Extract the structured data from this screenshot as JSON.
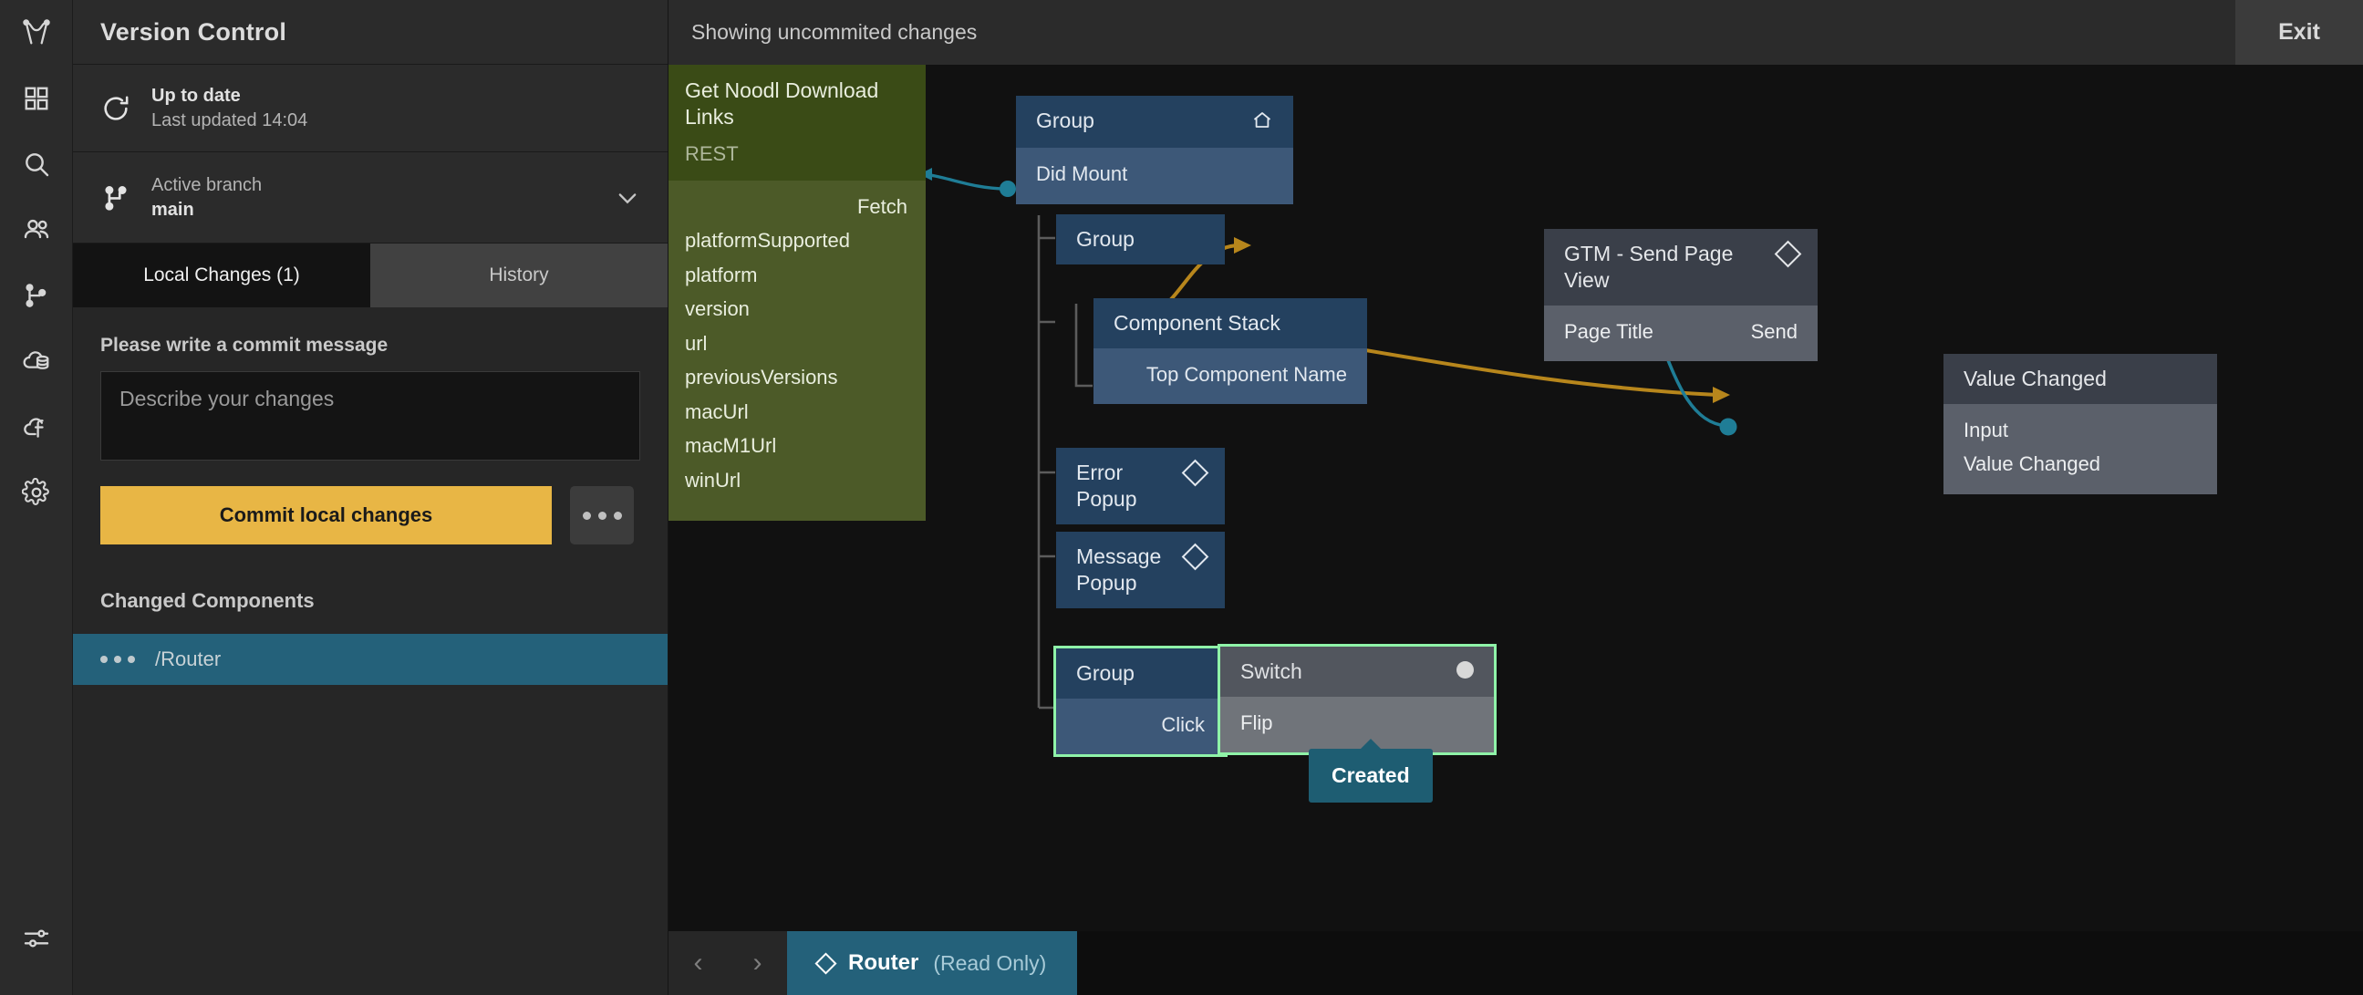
{
  "icon_rail": {
    "items": [
      {
        "name": "noodl-logo-icon"
      },
      {
        "name": "components-grid-icon"
      },
      {
        "name": "search-icon"
      },
      {
        "name": "collaborators-icon"
      },
      {
        "name": "version-control-icon"
      },
      {
        "name": "cloud-data-icon"
      },
      {
        "name": "cloud-functions-icon"
      },
      {
        "name": "settings-gear-icon"
      }
    ],
    "bottom": {
      "name": "sliders-icon"
    }
  },
  "version_control": {
    "title": "Version Control",
    "status": {
      "icon": "refresh-icon",
      "line1": "Up to date",
      "line2": "Last updated 14:04"
    },
    "branch": {
      "icon": "branch-icon",
      "label": "Active branch",
      "value": "main",
      "chevron": "chevron-down-icon"
    },
    "tabs": [
      {
        "label": "Local Changes (1)",
        "active": true
      },
      {
        "label": "History",
        "active": false
      }
    ],
    "commit": {
      "label": "Please write a commit message",
      "placeholder": "Describe your changes",
      "value": "",
      "button_label": "Commit local changes",
      "more_label": "more-options"
    },
    "changed": {
      "title": "Changed Components",
      "items": [
        {
          "name": "/Router"
        }
      ]
    },
    "accent_commit": "#e8b645",
    "accent_selected": "#24617a"
  },
  "top_bar": {
    "status_text": "Showing uncommited changes",
    "exit_label": "Exit"
  },
  "canvas": {
    "nodes": {
      "rest": {
        "title": "Get Noodl Download Links",
        "subtitle": "REST",
        "ports": [
          {
            "label": "Fetch",
            "side": "out"
          },
          {
            "label": "platformSupported",
            "side": "in"
          },
          {
            "label": "platform",
            "side": "in"
          },
          {
            "label": "version",
            "side": "in"
          },
          {
            "label": "url",
            "side": "in"
          },
          {
            "label": "previousVersions",
            "side": "in"
          },
          {
            "label": "macUrl",
            "side": "in"
          },
          {
            "label": "macM1Url",
            "side": "in"
          },
          {
            "label": "winUrl",
            "side": "in"
          }
        ]
      },
      "group_root": {
        "title": "Group",
        "icon": "home-icon",
        "ports": [
          {
            "label": "Did Mount",
            "side": "in"
          }
        ]
      },
      "group_child": {
        "title": "Group",
        "ports": []
      },
      "component_stack": {
        "title": "Component Stack",
        "ports": [
          {
            "label": "Top Component Name",
            "side": "out"
          }
        ]
      },
      "error_popup": {
        "title": "Error Popup",
        "icon": "diamond-icon",
        "ports": []
      },
      "message_popup": {
        "title": "Message Popup",
        "icon": "diamond-icon",
        "ports": []
      },
      "group_click": {
        "title": "Group",
        "ports": [
          {
            "label": "Click",
            "side": "out"
          }
        ]
      },
      "gtm": {
        "title": "GTM - Send Page View",
        "icon": "diamond-icon",
        "ports": [
          {
            "label": "Page Title",
            "side": "in"
          },
          {
            "label": "Send",
            "side": "in-right"
          }
        ]
      },
      "value_changed": {
        "title": "Value Changed",
        "ports": [
          {
            "label": "Input",
            "side": "in"
          },
          {
            "label": "Value Changed",
            "side": "out-left"
          }
        ]
      },
      "switch": {
        "title": "Switch",
        "icon": "white-dot-icon",
        "ports": [
          {
            "label": "Flip",
            "side": "in"
          }
        ]
      }
    },
    "tooltip": {
      "label": "Created"
    },
    "edge_colors": {
      "signal": "#1f7d96",
      "data": "#b7861c",
      "highlight": "#8ff3a8"
    }
  },
  "bottom_bar": {
    "prev_label": "‹",
    "next_label": "›",
    "tab": {
      "name": "Router",
      "state": "(Read Only)"
    }
  }
}
